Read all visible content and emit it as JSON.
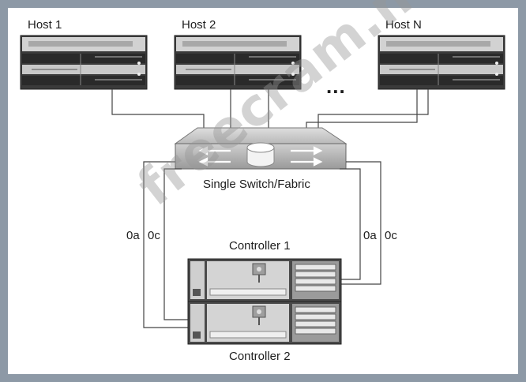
{
  "hosts": [
    {
      "label": "Host 1"
    },
    {
      "label": "Host 2"
    },
    {
      "label": "Host N"
    }
  ],
  "ellipsis": "...",
  "switch_label": "Single Switch/Fabric",
  "port_labels": {
    "left_a": "0a",
    "left_c": "0c",
    "right_a": "0a",
    "right_c": "0c"
  },
  "controllers": [
    {
      "label": "Controller 1"
    },
    {
      "label": "Controller 2"
    }
  ],
  "watermark": "freecram.net"
}
